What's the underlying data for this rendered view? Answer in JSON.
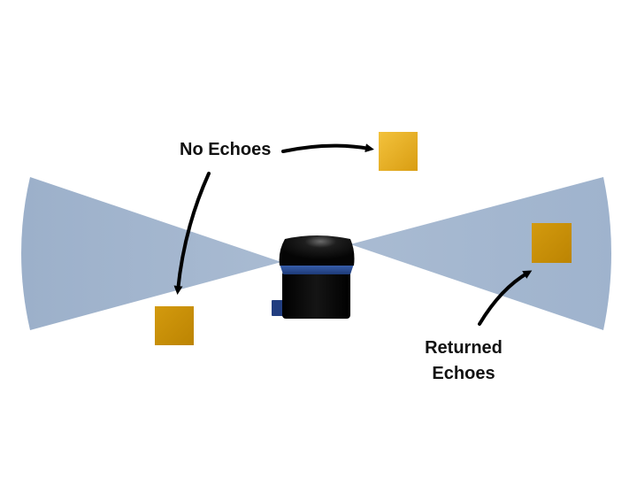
{
  "labels": {
    "no_echoes": "No Echoes",
    "returned_line1": "Returned",
    "returned_line2": "Echoes"
  },
  "colors": {
    "beam": "#a3b6cf",
    "target_light": "#f0bc33",
    "target_dark": "#c48a05",
    "sensor_body": "#0b0b0b",
    "sensor_band": "#2a4f9a",
    "arrow": "#000000",
    "text": "#111111"
  },
  "icons": {
    "sensor": "ultrasonic-sensor-icon",
    "target": "square-target-icon"
  }
}
